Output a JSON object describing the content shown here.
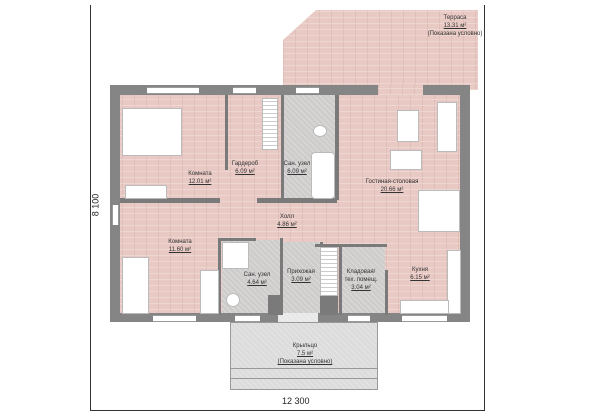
{
  "dimensions": {
    "width": "12 300",
    "height": "8 100"
  },
  "rooms": [
    {
      "name": "Терраса",
      "area": "13.31 м²",
      "note": "(Показана условно)"
    },
    {
      "name": "Комната",
      "area": "12.01 м²"
    },
    {
      "name": "Гардероб",
      "area": "6.09 м²"
    },
    {
      "name": "Сан. узел",
      "area": "6.09 м²"
    },
    {
      "name": "Гостиная-столовая",
      "area": "20.66 м²"
    },
    {
      "name": "Холл",
      "area": "4.86 м²"
    },
    {
      "name": "Комната",
      "area": "11.60 м²"
    },
    {
      "name": "Сан. узел",
      "area": "4.64 м²"
    },
    {
      "name": "Прихожая",
      "area": "3.09 м²"
    },
    {
      "name": "Кладовая/ тех. помещ.",
      "area": "3.04 м²"
    },
    {
      "name": "Кухня",
      "area": "6.15 м²"
    },
    {
      "name": "Крыльцо",
      "area": "7.5 м²",
      "note": "(Показана условно)"
    }
  ]
}
